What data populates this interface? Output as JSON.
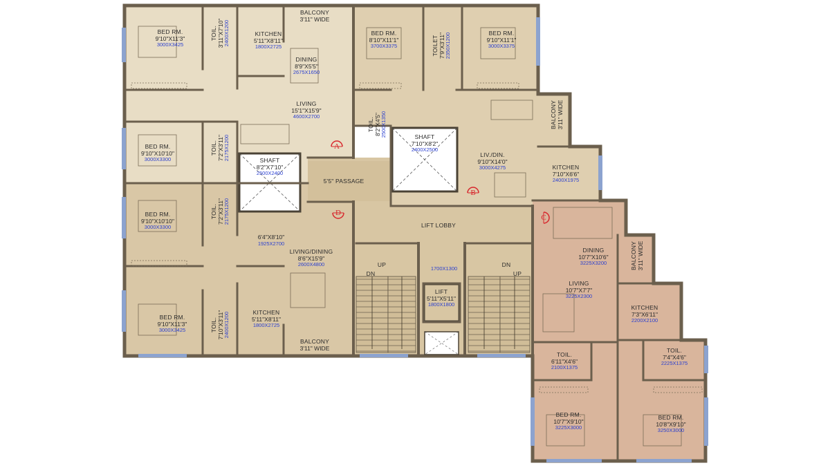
{
  "colors": {
    "unit_a": "#e7dcc3",
    "unit_b": "#ddcdae",
    "unit_c": "#d8b49b",
    "unit_d": "#d6c4a2",
    "common": "#d8c5a2",
    "wall": "#6e6250",
    "window": "#7d98c8",
    "mm_text": "#2a3fd0",
    "badge": "#d8262c"
  },
  "flats": [
    {
      "id": "A",
      "badge": "A"
    },
    {
      "id": "B",
      "badge": "B"
    },
    {
      "id": "C",
      "badge": "C"
    },
    {
      "id": "D",
      "badge": "D"
    }
  ],
  "rooms": [
    {
      "key": "a_bed1",
      "name": "BED RM.",
      "dim": "9'10\"X11'3\"",
      "mm": "3000X3425"
    },
    {
      "key": "a_toil",
      "name": "TOIL.",
      "dim": "3'11\"X7'10\"",
      "mm": "2400X1200",
      "vertical": true
    },
    {
      "key": "a_kit",
      "name": "KITCHEN",
      "dim": "5'11\"X8'11\"",
      "mm": "1800X2725"
    },
    {
      "key": "a_balc",
      "name": "BALCONY",
      "dim": "3'11\" WIDE",
      "mm": ""
    },
    {
      "key": "a_din",
      "name": "DINING",
      "dim": "8'9\"X5'5\"",
      "mm": "2675X1650"
    },
    {
      "key": "a_liv",
      "name": "LIVING",
      "dim": "15'1\"X15'9\"",
      "mm": "4600X2700"
    },
    {
      "key": "a_bed2",
      "name": "BED RM.",
      "dim": "9'10\"X10'10\"",
      "mm": "3000X3300"
    },
    {
      "key": "a_toil2",
      "name": "TOIL.",
      "dim": "7'2\"X3'11\"",
      "mm": "2175X1200",
      "vertical": true
    },
    {
      "key": "shaft1",
      "name": "SHAFT",
      "dim": "8'2\"X7'10\"",
      "mm": "2500X2400"
    },
    {
      "key": "b_bed1",
      "name": "BED RM.",
      "dim": "8'10\"X11'1\"",
      "mm": "3700X3375"
    },
    {
      "key": "b_toil1",
      "name": "TOILET",
      "dim": "7'9\"X3'11\"",
      "mm": "2350X1200",
      "vertical": true
    },
    {
      "key": "b_bed2",
      "name": "BED RM.",
      "dim": "9'10\"X11'1\"",
      "mm": "3000X3375"
    },
    {
      "key": "b_toil2",
      "name": "TOIL.",
      "dim": "8'2\"X4'5\"",
      "mm": "2500X1350",
      "vertical": true
    },
    {
      "key": "shaft2",
      "name": "SHAFT",
      "dim": "7'10\"X8'2\"",
      "mm": "2400X2500"
    },
    {
      "key": "b_livdin",
      "name": "LIV./DIN.",
      "dim": "9'10\"X14'0\"",
      "mm": "3000X4275"
    },
    {
      "key": "b_balc",
      "name": "BALCONY",
      "dim": "3'11\" WIDE",
      "mm": "",
      "vertical": true
    },
    {
      "key": "b_kit",
      "name": "KITCHEN",
      "dim": "7'10\"X6'6\"",
      "mm": "2400X1975"
    },
    {
      "key": "passage",
      "name": "5'5\" PASSAGE",
      "dim": "",
      "mm": ""
    },
    {
      "key": "lobby",
      "name": "LIFT LOBBY",
      "dim": "",
      "mm": ""
    },
    {
      "key": "lobby_mm",
      "name": "",
      "dim": "",
      "mm": "1700X1300"
    },
    {
      "key": "lift",
      "name": "LIFT",
      "dim": "5'11\"X5'11\"",
      "mm": "1800X1800"
    },
    {
      "key": "d_bed1",
      "name": "BED RM.",
      "dim": "9'10\"X10'10\"",
      "mm": "3000X3300"
    },
    {
      "key": "d_toil1",
      "name": "TOIL.",
      "dim": "7'2\"X3'11\"",
      "mm": "2175X1200",
      "vertical": true
    },
    {
      "key": "d_store",
      "name": "",
      "dim": "6'4\"X8'10\"",
      "mm": "1925X2700"
    },
    {
      "key": "d_livdin",
      "name": "LIVING/DINING",
      "dim": "8'6\"X15'9\"",
      "mm": "2600X4800"
    },
    {
      "key": "d_bed2",
      "name": "BED RM.",
      "dim": "9'10\"X11'3\"",
      "mm": "3000X3425"
    },
    {
      "key": "d_toil2",
      "name": "TOIL.",
      "dim": "7'10\"X3'11\"",
      "mm": "2400X1200",
      "vertical": true
    },
    {
      "key": "d_kit",
      "name": "KITCHEN",
      "dim": "5'11\"X8'11\"",
      "mm": "1800X2725"
    },
    {
      "key": "d_balc",
      "name": "BALCONY",
      "dim": "3'11\" WIDE",
      "mm": ""
    },
    {
      "key": "c_din",
      "name": "DINING",
      "dim": "10'7\"X10'6\"",
      "mm": "3225X3200"
    },
    {
      "key": "c_balc",
      "name": "BALCONY",
      "dim": "3'11\" WIDE",
      "mm": "",
      "vertical": true
    },
    {
      "key": "c_liv",
      "name": "LIVING",
      "dim": "10'7\"X7'7\"",
      "mm": "3225X2300"
    },
    {
      "key": "c_kit",
      "name": "KITCHEN",
      "dim": "7'3\"X6'11\"",
      "mm": "2200X2100"
    },
    {
      "key": "c_toil1",
      "name": "TOIL.",
      "dim": "6'11\"X4'6\"",
      "mm": "2100X1375"
    },
    {
      "key": "c_toil2",
      "name": "TOIL.",
      "dim": "7'4\"X4'6\"",
      "mm": "2225X1375"
    },
    {
      "key": "c_bed1",
      "name": "BED RM.",
      "dim": "10'7\"X9'10\"",
      "mm": "3225X3000"
    },
    {
      "key": "c_bed2",
      "name": "BED RM.",
      "dim": "10'8\"X9'10\"",
      "mm": "3250X3000"
    }
  ],
  "stairs": [
    {
      "up": "UP",
      "dn": "DN"
    },
    {
      "up": "UP",
      "dn": "DN"
    }
  ]
}
